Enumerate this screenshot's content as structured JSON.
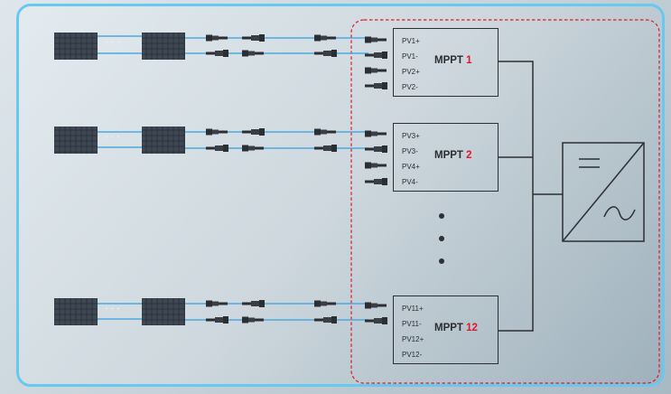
{
  "dots": "• • •",
  "mppt_blocks": [
    {
      "label": "MPPT",
      "number": "1",
      "pins": [
        "PV1+",
        "PV1-",
        "PV2+",
        "PV2-"
      ]
    },
    {
      "label": "MPPT",
      "number": "2",
      "pins": [
        "PV3+",
        "PV3-",
        "PV4+",
        "PV4-"
      ]
    },
    {
      "label": "MPPT",
      "number": "12",
      "pins": [
        "PV11+",
        "PV11-",
        "PV12+",
        "PV12-"
      ]
    }
  ],
  "colors": {
    "frame_border": "#69c8ef",
    "cable": "#4aa9df",
    "dashed_border": "#e0182c",
    "mppt_number": "#e1172b",
    "line": "#2c2f33"
  },
  "icons": [
    "solar-panel-icon",
    "mc4-connector-icon",
    "inverter-dc-ac-icon"
  ]
}
